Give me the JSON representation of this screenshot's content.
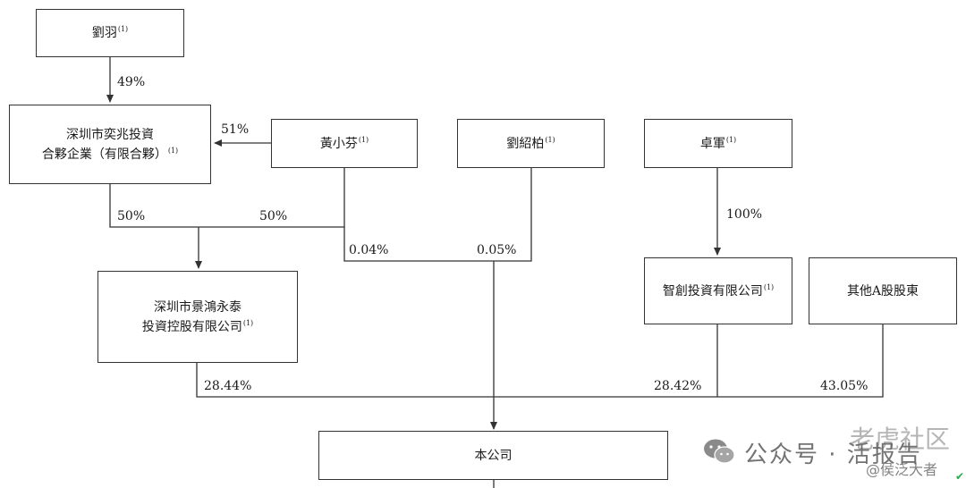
{
  "note_marker": "(1)",
  "entities": {
    "liu_yu": {
      "label": "劉羽",
      "note": "(1)"
    },
    "yizhao": {
      "line1": "深圳市奕兆投資",
      "line2": "合夥企業（有限合夥）",
      "note": "(1)"
    },
    "huang": {
      "label": "黃小芬",
      "note": "(1)"
    },
    "liu_shaobo": {
      "label": "劉紹柏",
      "note": "(1)"
    },
    "zhuo": {
      "label": "卓軍",
      "note": "(1)"
    },
    "jinghong": {
      "line1": "深圳市景鴻永泰",
      "line2": "投資控股有限公司",
      "note": "(1)"
    },
    "zhichuang": {
      "label": "智創投資有限公司",
      "note": "(1)"
    },
    "others": {
      "label": "其他A股股東"
    },
    "company": {
      "label": "本公司"
    }
  },
  "percentages": {
    "liu_to_yizhao": "49%",
    "huang_to_yizhao": "51%",
    "yizhao_to_jinghong": "50%",
    "huang_to_jinghong": "50%",
    "huang_to_company": "0.04%",
    "liu_shaobo_to_company": "0.05%",
    "zhuo_to_zhichuang": "100%",
    "jinghong_to_company": "28.44%",
    "zhichuang_to_company": "28.42%",
    "others_to_company": "43.05%"
  },
  "watermark": {
    "brand": "公众号 · 活报告",
    "overlay": "老虎社区",
    "handle": "@侯泛大者",
    "icon": "wechat-icon"
  }
}
